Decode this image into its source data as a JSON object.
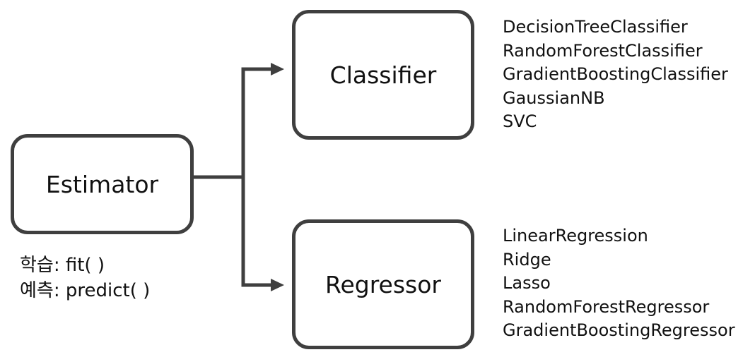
{
  "nodes": {
    "estimator": "Estimator",
    "classifier": "Classifier",
    "regressor": "Regressor"
  },
  "estimator_methods": [
    "학습: fit( )",
    "예측: predict( )"
  ],
  "classifier_models": [
    "DecisionTreeClassifier",
    "RandomForestClassifier",
    "GradientBoostingClassifier",
    "GaussianNB",
    "SVC"
  ],
  "regressor_models": [
    "LinearRegression",
    "Ridge",
    "Lasso",
    "RandomForestRegressor",
    "GradientBoostingRegressor"
  ],
  "colors": {
    "stroke": "#3f3f3f",
    "text": "#111111",
    "background": "#ffffff"
  }
}
